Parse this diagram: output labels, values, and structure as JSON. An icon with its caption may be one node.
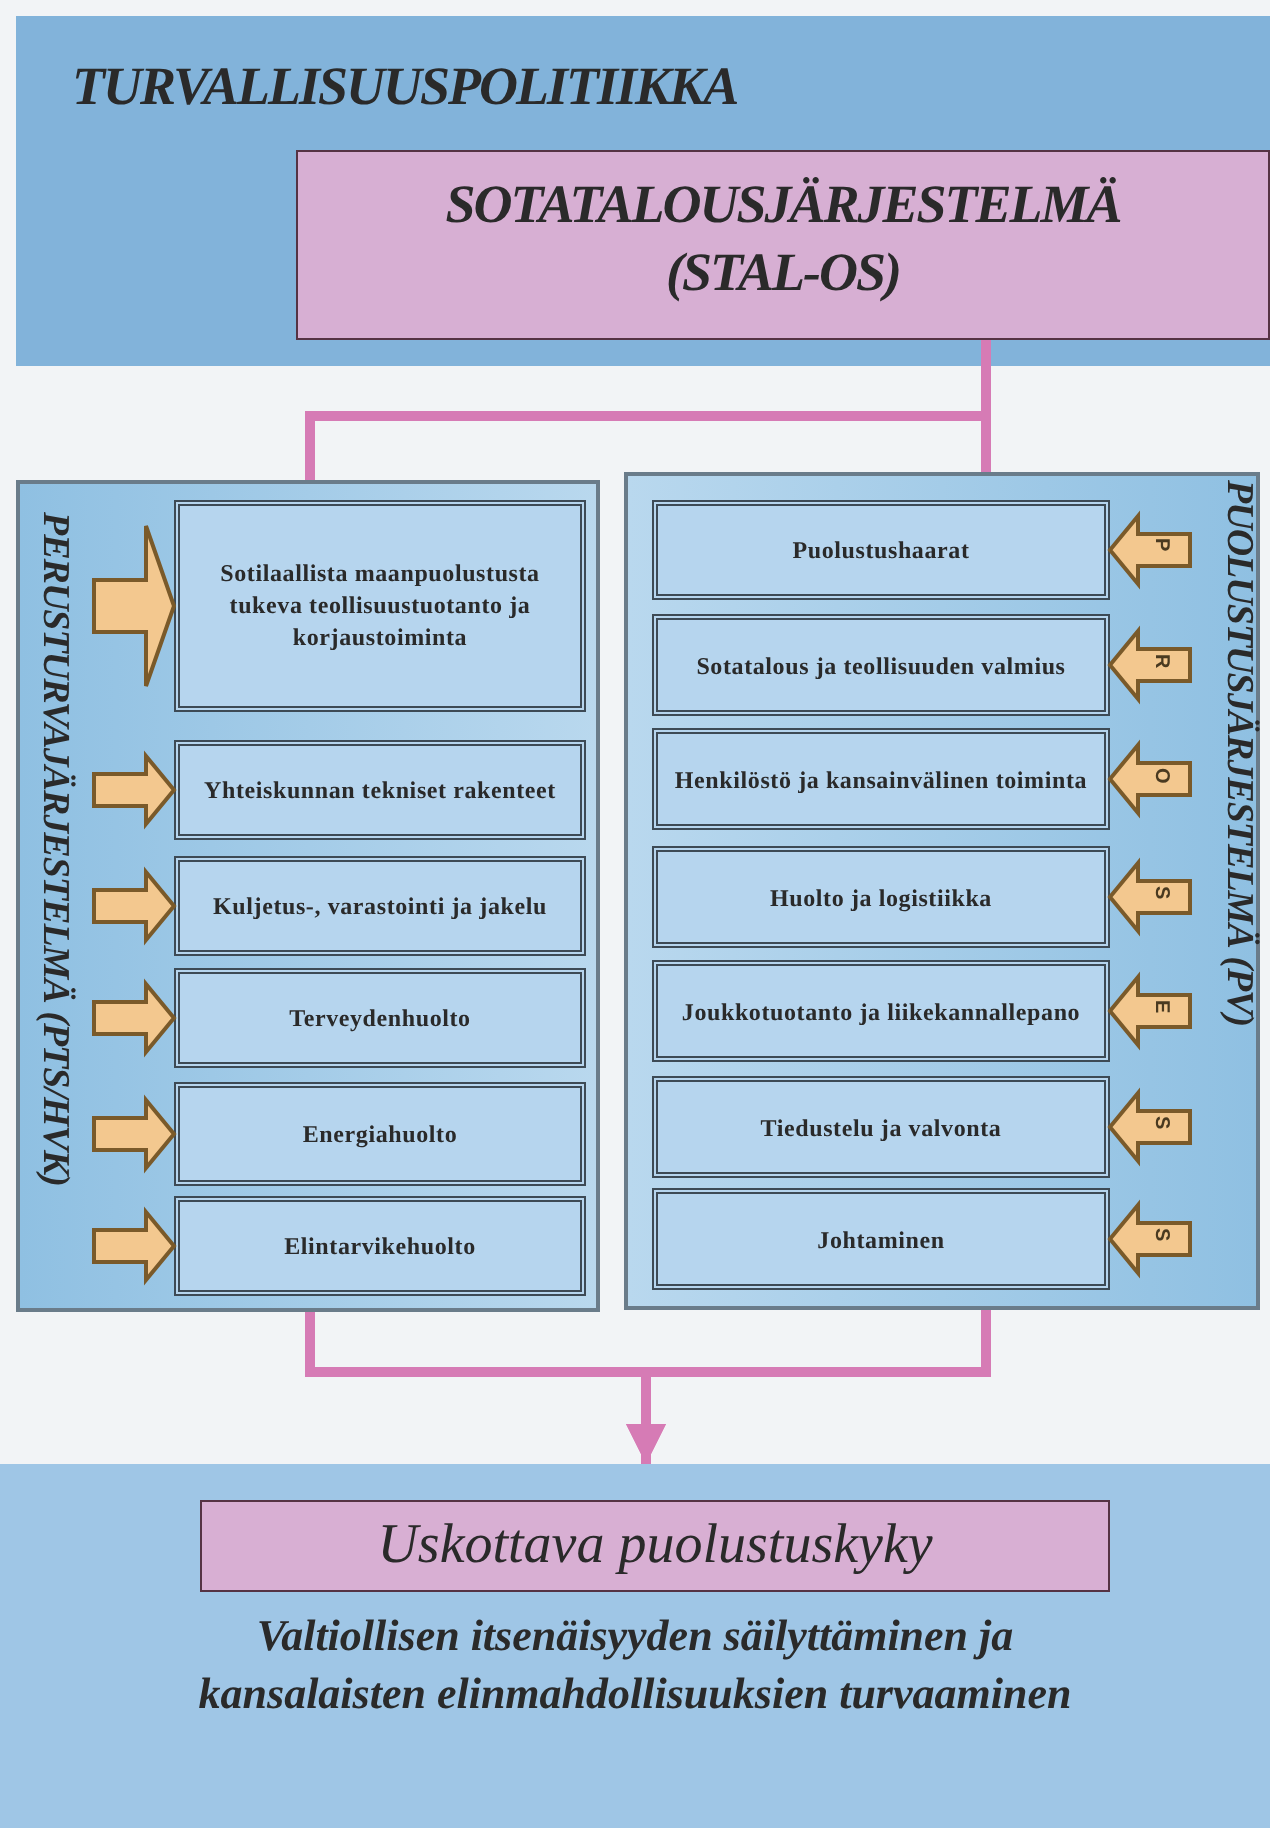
{
  "diagram": {
    "nodes": [
      {
        "text": [
          "TURVALLISUUSPOLITIIKKA"
        ]
      },
      {
        "text": [
          "SOTATALOUSJÄRJESTELMÄ (STAL-OS)"
        ],
        "in": 0
      },
      {
        "text": [
          "PERUSTURVAJÄRJESTELMÄ (PTS/HVK)"
        ]
      },
      {
        "text": [
          "Sotilaallista maanpuolustusta tukeva teollisuustuotanto ja korjaustoiminta"
        ],
        "in": 2
      },
      {
        "text": [
          "Yhteiskunnan tekniset rakenteet"
        ],
        "in": 2
      },
      {
        "text": [
          "Kuljetus-, varastointi ja jakelu"
        ],
        "in": 2
      },
      {
        "text": [
          "Terveydenhuolto"
        ],
        "in": 2
      },
      {
        "text": [
          "Energiahuolto"
        ],
        "in": 2
      },
      {
        "text": [
          "Elintarvikehuolto"
        ],
        "in": 2
      },
      {
        "text": [
          "PUOLUSTUSJÄRJESTELMÄ (PV)"
        ]
      },
      {
        "text": [
          "Puolustushaarat"
        ],
        "in": 9
      },
      {
        "text": [
          "Sotatalous ja teollisuuden valmius"
        ],
        "in": 9
      },
      {
        "text": [
          "Henkilöstö ja kansainvälinen toiminta"
        ],
        "in": 9
      },
      {
        "text": [
          "Huolto ja logistiikka"
        ],
        "in": 9
      },
      {
        "text": [
          "Joukkotuotanto ja liikekannallepano"
        ],
        "in": 9
      },
      {
        "text": [
          "Tiedustelu ja valvonta"
        ],
        "in": 9
      },
      {
        "text": [
          "Johtaminen"
        ],
        "in": 9
      },
      {
        "text": [
          "Valtiollisen itsenäisyyden säilyttäminen ja kansalaisten elinmahdollisuuksien turvaaminen"
        ]
      },
      {
        "text": [
          "Uskottava puolustuskyky"
        ],
        "in": 17
      }
    ],
    "edges": [
      {
        "from": 1,
        "to": 2,
        "arrow": "none"
      },
      {
        "from": 1,
        "to": 9,
        "arrow": "none"
      },
      {
        "from": 2,
        "to": 17,
        "arrow": "to"
      },
      {
        "from": 9,
        "to": 17,
        "arrow": "to"
      },
      {
        "from": null,
        "to": 3,
        "arrow": "to"
      },
      {
        "from": null,
        "to": 4,
        "arrow": "to"
      },
      {
        "from": null,
        "to": 5,
        "arrow": "to"
      },
      {
        "from": null,
        "to": 6,
        "arrow": "to"
      },
      {
        "from": null,
        "to": 7,
        "arrow": "to"
      },
      {
        "from": null,
        "to": 8,
        "arrow": "to"
      },
      {
        "from": null,
        "to": 10,
        "arrow": "to",
        "label": "P"
      },
      {
        "from": null,
        "to": 11,
        "arrow": "to",
        "label": "R"
      },
      {
        "from": null,
        "to": 12,
        "arrow": "to",
        "label": "O"
      },
      {
        "from": null,
        "to": 13,
        "arrow": "to",
        "label": "S"
      },
      {
        "from": null,
        "to": 14,
        "arrow": "to",
        "label": "E"
      },
      {
        "from": null,
        "to": 15,
        "arrow": "to",
        "label": "S"
      },
      {
        "from": null,
        "to": 16,
        "arrow": "to",
        "label": "S"
      }
    ]
  }
}
